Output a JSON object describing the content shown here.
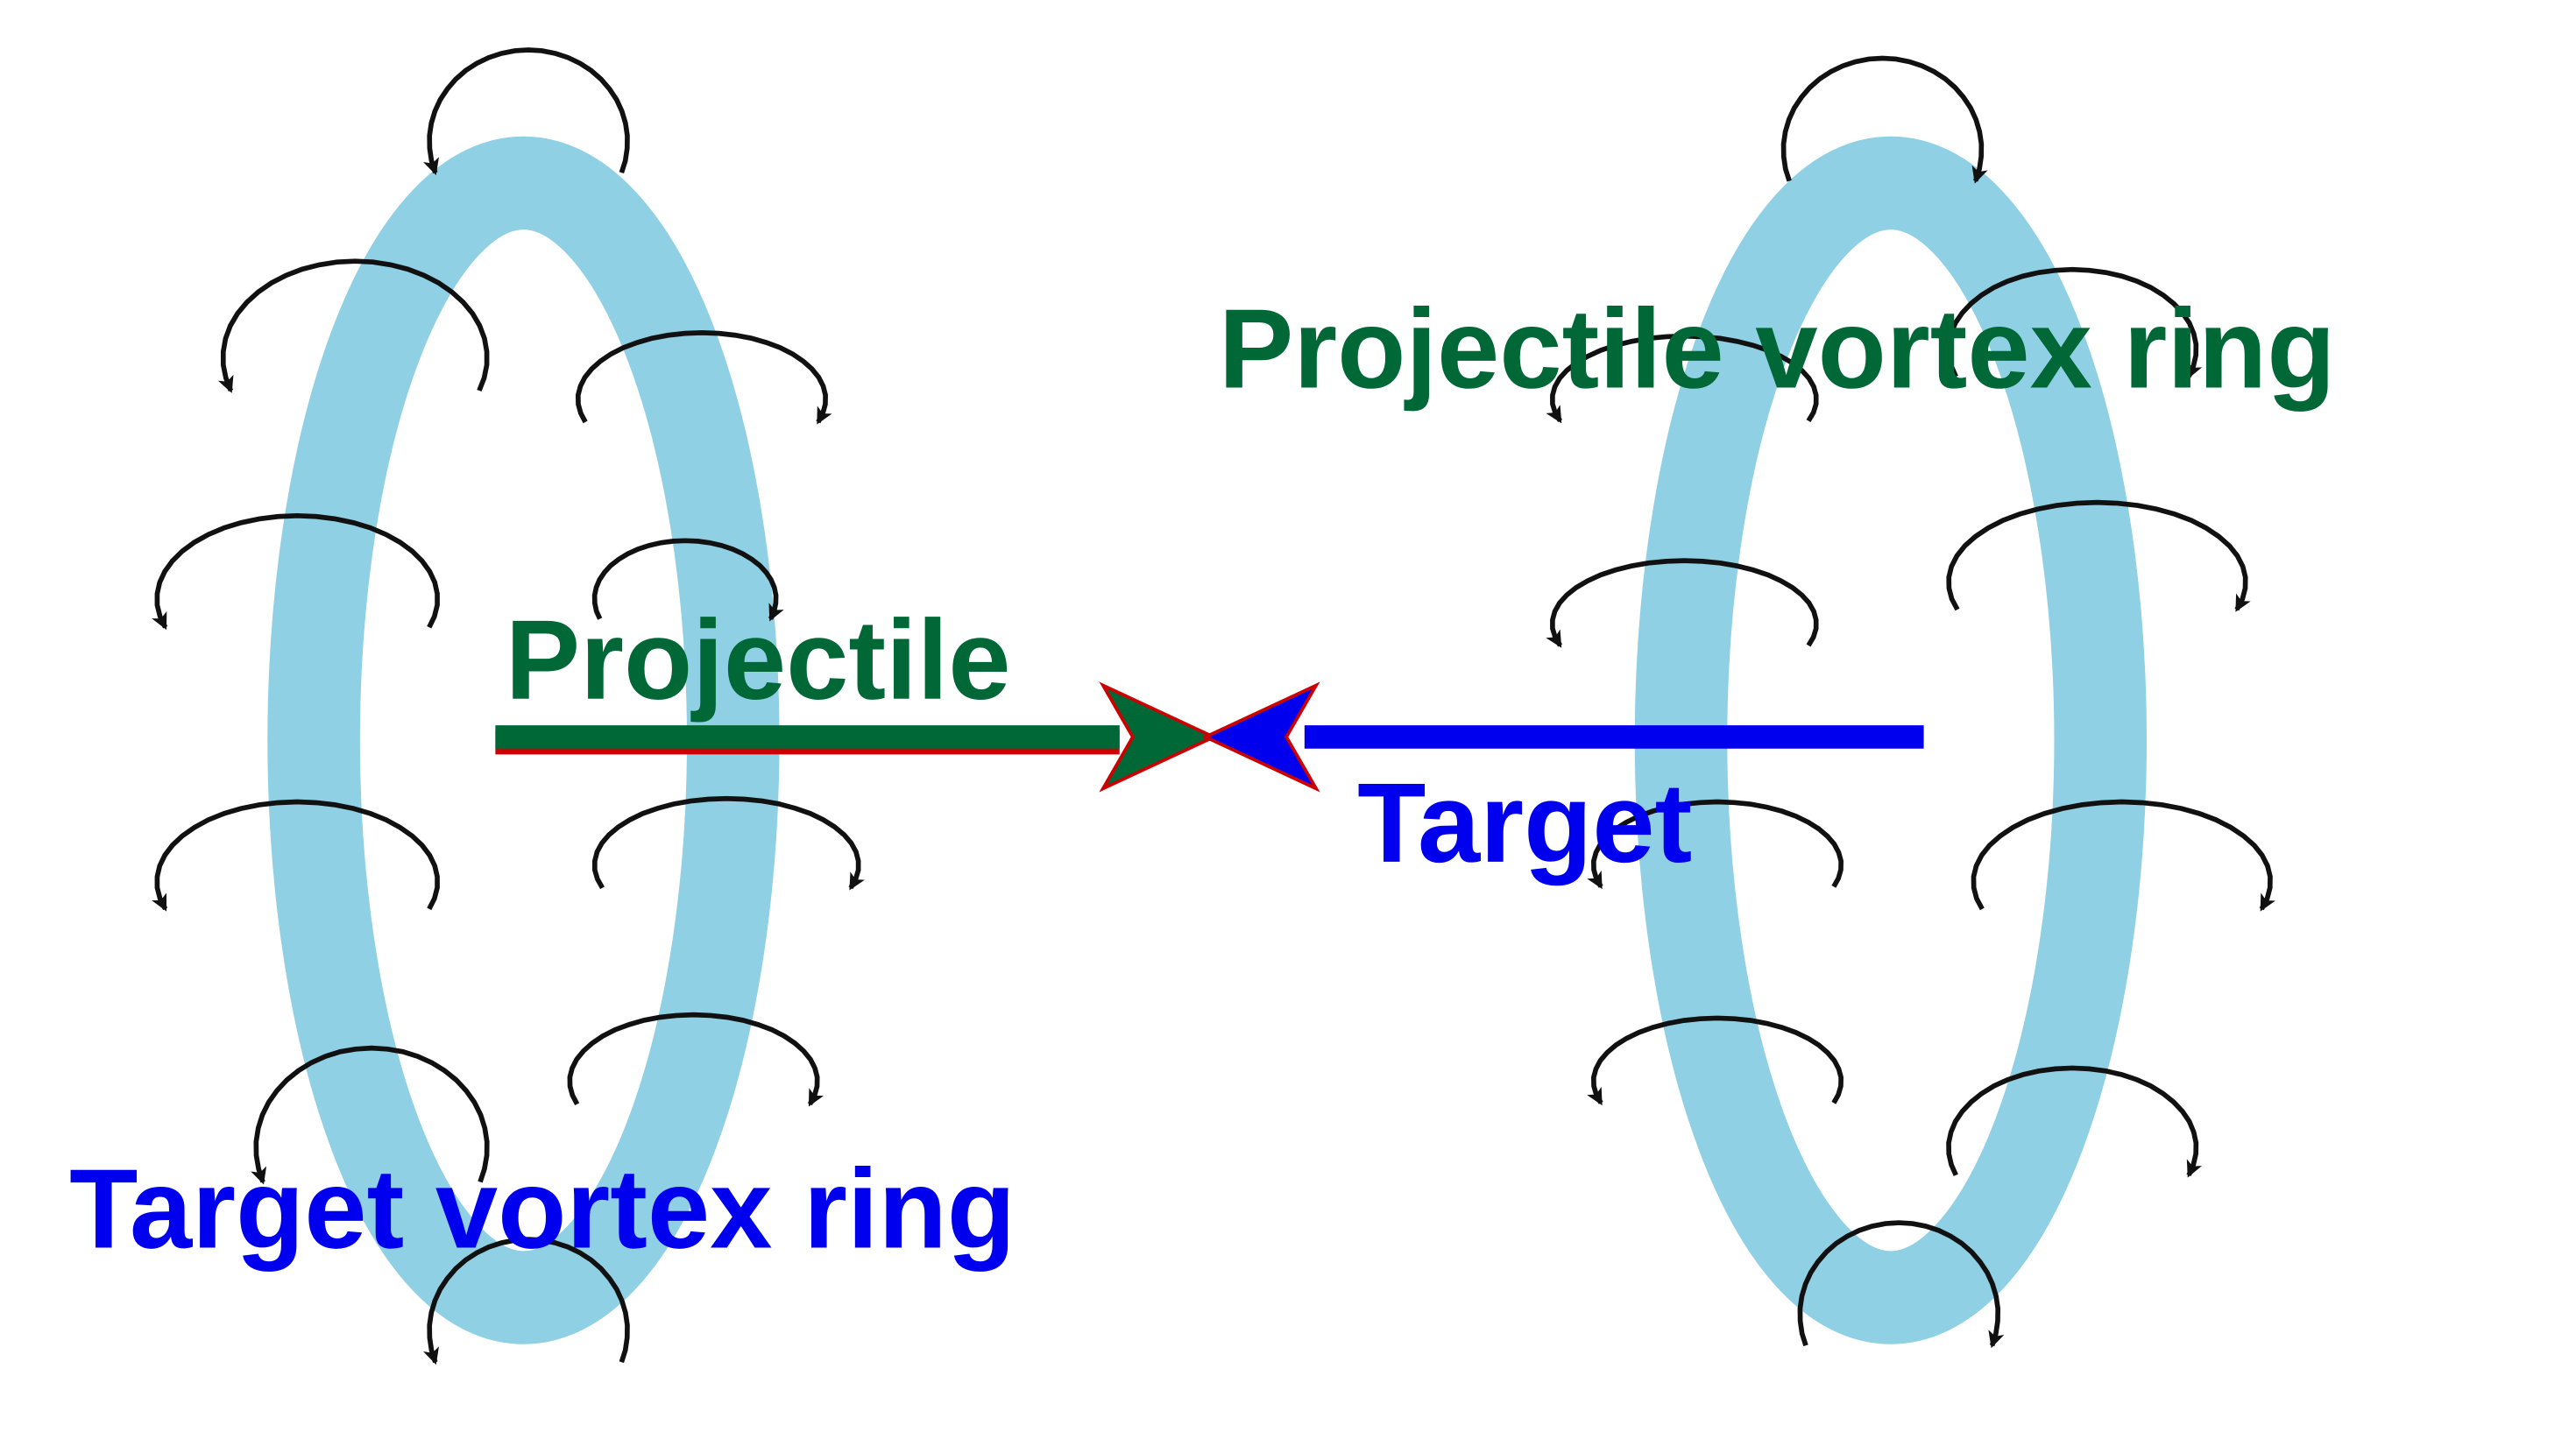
{
  "labels": {
    "projectile_ring": "Projectile vortex ring",
    "target_ring": "Target vortex ring",
    "projectile": "Projectile",
    "target": "Target"
  },
  "colors": {
    "ring": "#8fd0e4",
    "projectile": "#006837",
    "target": "#0000ee",
    "swirl": "#111111",
    "arrow_edge": "#cc0000"
  },
  "icons": [
    "circulation-arrow-icon",
    "projectile-arrow-icon",
    "target-arrow-icon"
  ]
}
